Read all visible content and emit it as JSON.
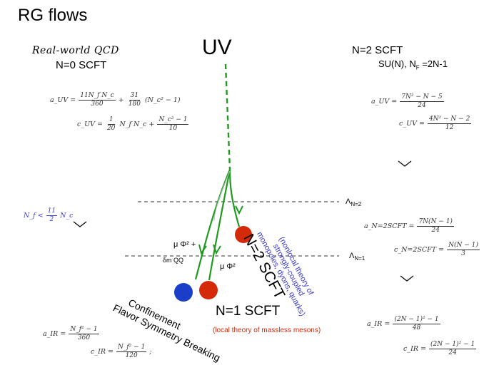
{
  "title": "RG flows",
  "uv_label": "UV",
  "left_header": {
    "line1": "Real-world QCD",
    "line2": "N=0  SCFT"
  },
  "right_header": {
    "line1": "N=2 SCFT",
    "line2": "SU(N), N",
    "line2_sub": "F",
    "line2_tail": " =2N-1"
  },
  "left_formulas": {
    "a_uv_lhs": "a_UV =",
    "a_uv_f1_num": "11N_f N_c",
    "a_uv_f1_den": "360",
    "a_uv_plus": "+",
    "a_uv_f2_num": "31",
    "a_uv_f2_den": "180",
    "a_uv_tail": "(N_c² − 1)",
    "c_uv_lhs": "c_UV =",
    "c_uv_f1_num": "1",
    "c_uv_f1_den": "20",
    "c_uv_mid": "N_f N_c +",
    "c_uv_f2_num": "N_c² − 1",
    "c_uv_f2_den": "10",
    "nf_cond_lhs": "N_f <",
    "nf_cond_num": "11",
    "nf_cond_den": "2",
    "nf_cond_tail": "N_c",
    "a_ir_lhs": "a_IR =",
    "a_ir_num": "N_f² − 1",
    "a_ir_den": "360",
    "c_ir_lhs": "c_IR =",
    "c_ir_num": "N_f² − 1",
    "c_ir_den": "120",
    "c_ir_tail": ";"
  },
  "right_formulas": {
    "a_uv_lhs": "a_UV =",
    "a_uv_num": "7N² − N − 5",
    "a_uv_den": "24",
    "c_uv_lhs": "c_UV =",
    "c_uv_num": "4N² − N − 2",
    "c_uv_den": "12",
    "a_n2_lhs": "a_N=2SCFT =",
    "a_n2_num": "7N(N − 1)",
    "a_n2_den": "24",
    "c_n2_lhs": "c_N=2SCFT =",
    "c_n2_num": "N(N − 1)",
    "c_n2_den": "3",
    "a_ir_lhs": "a_IR =",
    "a_ir_num": "(2N − 1)² − 1",
    "a_ir_den": "48",
    "c_ir_lhs": "c_IR =",
    "c_ir_num": "(2N − 1)² − 1",
    "c_ir_den": "24"
  },
  "scale_labels": {
    "upper": "Λ",
    "upper_sub": "N=2",
    "lower": "Λ",
    "lower_sub": "N=1"
  },
  "flow_labels": {
    "mu_phi_left": "μ Φ² +",
    "delta_m": "δm QQ",
    "mu_phi_right": "μ Φ²"
  },
  "n2_scft_label": "N=2 SCFT",
  "nonlocal_lines": [
    "(nonlocal theory of",
    "strongly-coupled",
    "monopoles, dyons, quarks)"
  ],
  "n1_scft_label": "N=1 SCFT",
  "n1_subtitle": "(local theory of massless mesons)",
  "confinement_lines": [
    "Confinement",
    "Flavor Symmetry Breaking"
  ],
  "colors": {
    "green": "#1f9a1f",
    "red": "#d42a0a",
    "blue": "#1a3ec8",
    "label_blue": "#3a3ad0",
    "label_red": "#d42a0a"
  },
  "chevron_icon": "chevron-down-icon"
}
